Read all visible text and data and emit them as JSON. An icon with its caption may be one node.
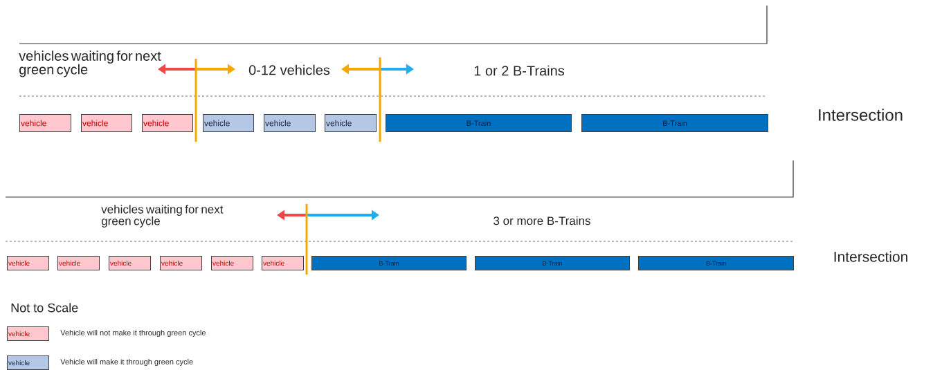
{
  "diagram": {
    "nodes": [
      {
        "text": [
          "vehicle"
        ]
      },
      {
        "text": [
          "vehicle"
        ]
      },
      {
        "text": [
          "vehicle"
        ]
      },
      {
        "text": [
          "vehicle"
        ]
      },
      {
        "text": [
          "vehicle"
        ]
      },
      {
        "text": [
          "vehicle"
        ]
      },
      {
        "text": [
          "B-Train"
        ]
      },
      {
        "text": [
          "B-Train"
        ]
      },
      {
        "text": [
          "vehicle"
        ]
      },
      {
        "text": [
          "vehicle"
        ]
      },
      {
        "text": [
          "vehicle"
        ]
      },
      {
        "text": [
          "vehicle"
        ]
      },
      {
        "text": [
          "vehicle"
        ]
      },
      {
        "text": [
          "vehicle"
        ]
      },
      {
        "text": [
          "B-Train"
        ]
      },
      {
        "text": [
          "B-Train"
        ]
      },
      {
        "text": [
          "B-Train"
        ]
      }
    ],
    "edges": [],
    "labels": [
      "vehicles waiting for next green cycle",
      "0-12 vehicles",
      "1 or 2 B-Trains",
      "Intersection",
      "vehicles waiting for next green cycle",
      "3 or more B-Trains",
      "Intersection",
      "Not to Scale",
      "vehicle",
      "vehicle"
    ],
    "legend": [
      {
        "text": "Vehicle will not make it through green cycle",
        "color": "#ffc7ce"
      },
      {
        "text": "Vehicle will make it through green cycle",
        "color": "#b4c7e7"
      }
    ]
  }
}
